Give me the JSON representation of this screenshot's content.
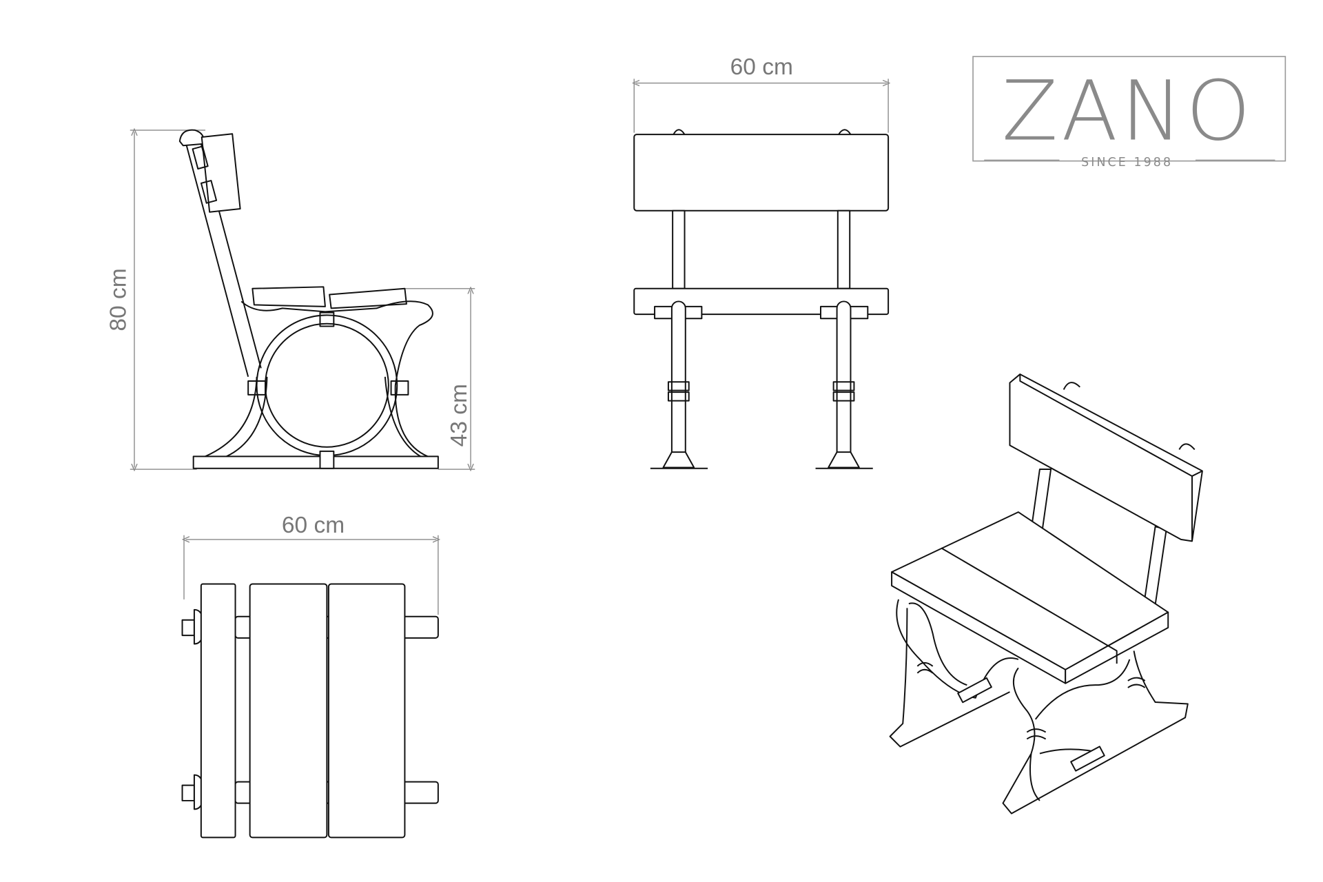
{
  "logo": {
    "brand": "ZANO",
    "tagline": "SINCE 1988",
    "color": "#8a8a8a"
  },
  "dimensions": {
    "side_height": "80 cm",
    "seat_height": "43 cm",
    "front_width": "60 cm",
    "top_width": "60 cm"
  },
  "colors": {
    "line": "#111111",
    "dimension": "#888888"
  }
}
